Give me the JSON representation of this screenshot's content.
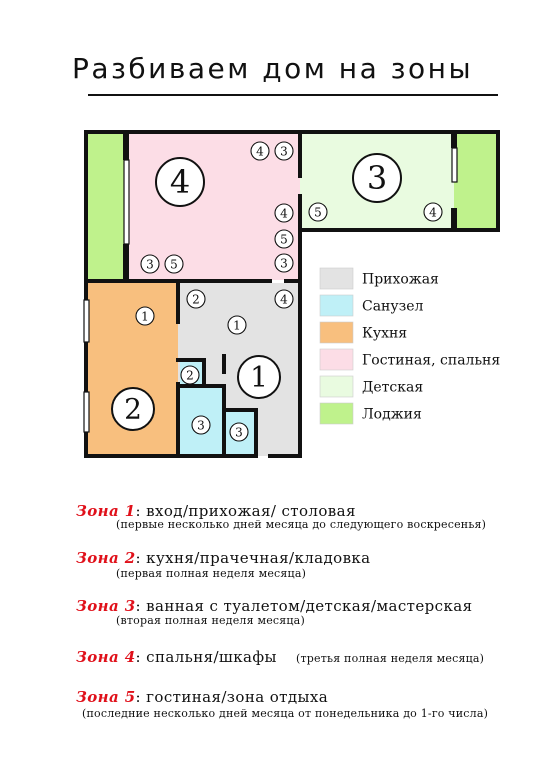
{
  "title": "Разбиваем дом на зоны",
  "colors": {
    "entry": "#e3e3e3",
    "bathroom": "#bff0f7",
    "kitchen": "#f8bf7e",
    "living": "#fcdde6",
    "kids": "#e9fbe0",
    "loggia": "#bff28c",
    "wall": "#111111",
    "accent": "#e0101a"
  },
  "legend": [
    {
      "label": "Прихожая",
      "color": "#e3e3e3"
    },
    {
      "label": "Санузел",
      "color": "#bff0f7"
    },
    {
      "label": "Кухня",
      "color": "#f8bf7e"
    },
    {
      "label": "Гостиная, спальня",
      "color": "#fcdde6"
    },
    {
      "label": "Детская",
      "color": "#e9fbe0"
    },
    {
      "label": "Лоджия",
      "color": "#bff28c"
    }
  ],
  "plan_labels": {
    "room_living_big": "4",
    "room_kids_big": "3",
    "room_kitchen_big": "2",
    "room_entry_big": "1",
    "living_top_4": "4",
    "living_top_3": "3",
    "living_right_4": "4",
    "living_right_5": "5",
    "living_right_3": "3",
    "living_bottom_3": "3",
    "living_bottom_5": "5",
    "kids_5": "5",
    "kids_4": "4",
    "kitchen_1": "1",
    "entry_2": "2",
    "entry_4": "4",
    "entry_1": "1",
    "bath_2": "2",
    "bath_3a": "3",
    "bath_3b": "3"
  },
  "zones": [
    {
      "name": "Зона 1",
      "desc": ": вход/прихожая/ столовая",
      "note": "(первые несколько дней месяца до следующего воскресенья)"
    },
    {
      "name": "Зона 2",
      "desc": ": кухня/прачечная/кладовка",
      "note": "(первая полная неделя месяца)"
    },
    {
      "name": "Зона 3",
      "desc": ": ванная с туалетом/детская/мастерская",
      "note": "(вторая полная неделя месяца)"
    },
    {
      "name": "Зона 4",
      "desc": ": спальня/шкафы",
      "note": "(третья полная неделя месяца)"
    },
    {
      "name": "Зона 5",
      "desc": ": гостиная/зона отдыха",
      "note": "(последние несколько дней месяца от понедельника до 1-го числа)"
    }
  ]
}
